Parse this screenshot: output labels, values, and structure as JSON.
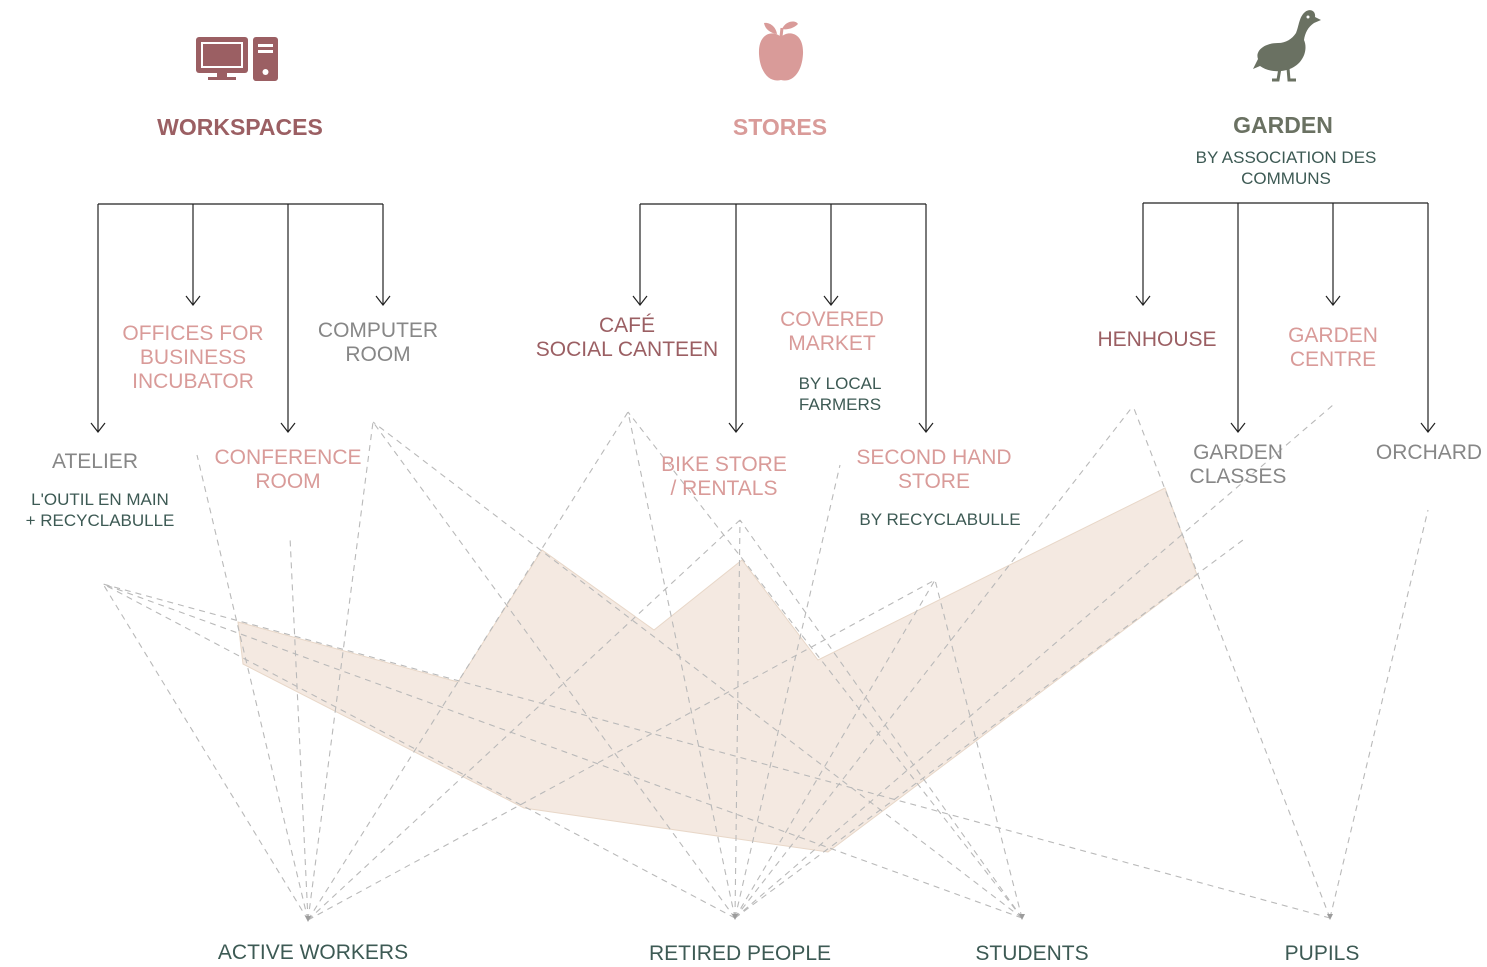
{
  "colors": {
    "workspaces": "#9b5f63",
    "stores_pink": "#d99b99",
    "gray_text": "#878787",
    "green_text": "#3d5a54",
    "garden": "#6a7162",
    "shade": "#f1e4d9",
    "dash": "#b9b9b9",
    "tree_line": "#222222"
  },
  "icons": {
    "workspaces": "computer-icon",
    "stores": "apple-icon",
    "garden": "duck-icon"
  },
  "workspaces": {
    "title": "WORKSPACES",
    "offices": [
      "OFFICES FOR",
      "BUSINESS",
      "INCUBATOR"
    ],
    "computer": [
      "COMPUTER",
      "ROOM"
    ],
    "atelier": "ATELIER",
    "atelier_by": [
      "L'OUTIL EN MAIN",
      "+ RECYCLABULLE"
    ],
    "conference": [
      "CONFERENCE",
      "ROOM"
    ]
  },
  "stores": {
    "title": "STORES",
    "cafe": [
      "CAFÉ",
      "SOCIAL CANTEEN"
    ],
    "market": [
      "COVERED",
      "MARKET"
    ],
    "market_by": [
      "BY LOCAL",
      "FARMERS"
    ],
    "bike": [
      "BIKE STORE",
      "/ RENTALS"
    ],
    "second_hand": [
      "SECOND HAND",
      "STORE"
    ],
    "second_hand_by": "BY RECYCLABULLE"
  },
  "garden": {
    "title": "GARDEN",
    "by": [
      "BY ASSOCIATION DES",
      "COMMUNS"
    ],
    "henhouse": "HENHOUSE",
    "centre": [
      "GARDEN",
      "CENTRE"
    ],
    "classes": [
      "GARDEN",
      "CLASSES"
    ],
    "orchard": "ORCHARD"
  },
  "users": {
    "active_workers": "ACTIVE WORKERS",
    "retired": "RETIRED PEOPLE",
    "students": "STUDENTS",
    "pupils": "PUPILS"
  }
}
